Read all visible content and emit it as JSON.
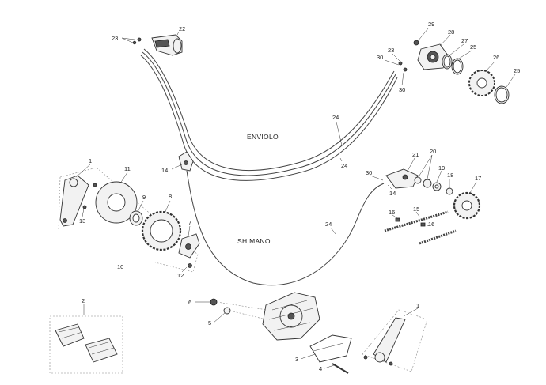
{
  "sections": {
    "enviolo": "ENVIOLO",
    "shimano": "SHIMANO"
  },
  "callouts": [
    {
      "key": "c22",
      "label": "22"
    },
    {
      "key": "c23a",
      "label": "23"
    },
    {
      "key": "c29",
      "label": "29"
    },
    {
      "key": "c28",
      "label": "28"
    },
    {
      "key": "c27",
      "label": "27"
    },
    {
      "key": "c25a",
      "label": "25"
    },
    {
      "key": "c26",
      "label": "26"
    },
    {
      "key": "c25b",
      "label": "25"
    },
    {
      "key": "c23b",
      "label": "23"
    },
    {
      "key": "c30a",
      "label": "30"
    },
    {
      "key": "c30b",
      "label": "30"
    },
    {
      "key": "c24a",
      "label": "24"
    },
    {
      "key": "c24b",
      "label": "24"
    },
    {
      "key": "c14a",
      "label": "14"
    },
    {
      "key": "c1a",
      "label": "1"
    },
    {
      "key": "c11",
      "label": "11"
    },
    {
      "key": "c13",
      "label": "13"
    },
    {
      "key": "c9",
      "label": "9"
    },
    {
      "key": "c8",
      "label": "8"
    },
    {
      "key": "c7",
      "label": "7"
    },
    {
      "key": "c10",
      "label": "10"
    },
    {
      "key": "c12",
      "label": "12"
    },
    {
      "key": "c21",
      "label": "21"
    },
    {
      "key": "c20",
      "label": "20"
    },
    {
      "key": "c19",
      "label": "19"
    },
    {
      "key": "c18",
      "label": "18"
    },
    {
      "key": "c17",
      "label": "17"
    },
    {
      "key": "c30c",
      "label": "30"
    },
    {
      "key": "c14b",
      "label": "14"
    },
    {
      "key": "c16a",
      "label": "16"
    },
    {
      "key": "c15",
      "label": "15"
    },
    {
      "key": "c16b",
      "label": "16"
    },
    {
      "key": "c24c",
      "label": "24"
    },
    {
      "key": "c2",
      "label": "2"
    },
    {
      "key": "c6",
      "label": "6"
    },
    {
      "key": "c5",
      "label": "5"
    },
    {
      "key": "c1b",
      "label": "1"
    },
    {
      "key": "c3",
      "label": "3"
    },
    {
      "key": "c4",
      "label": "4"
    }
  ]
}
